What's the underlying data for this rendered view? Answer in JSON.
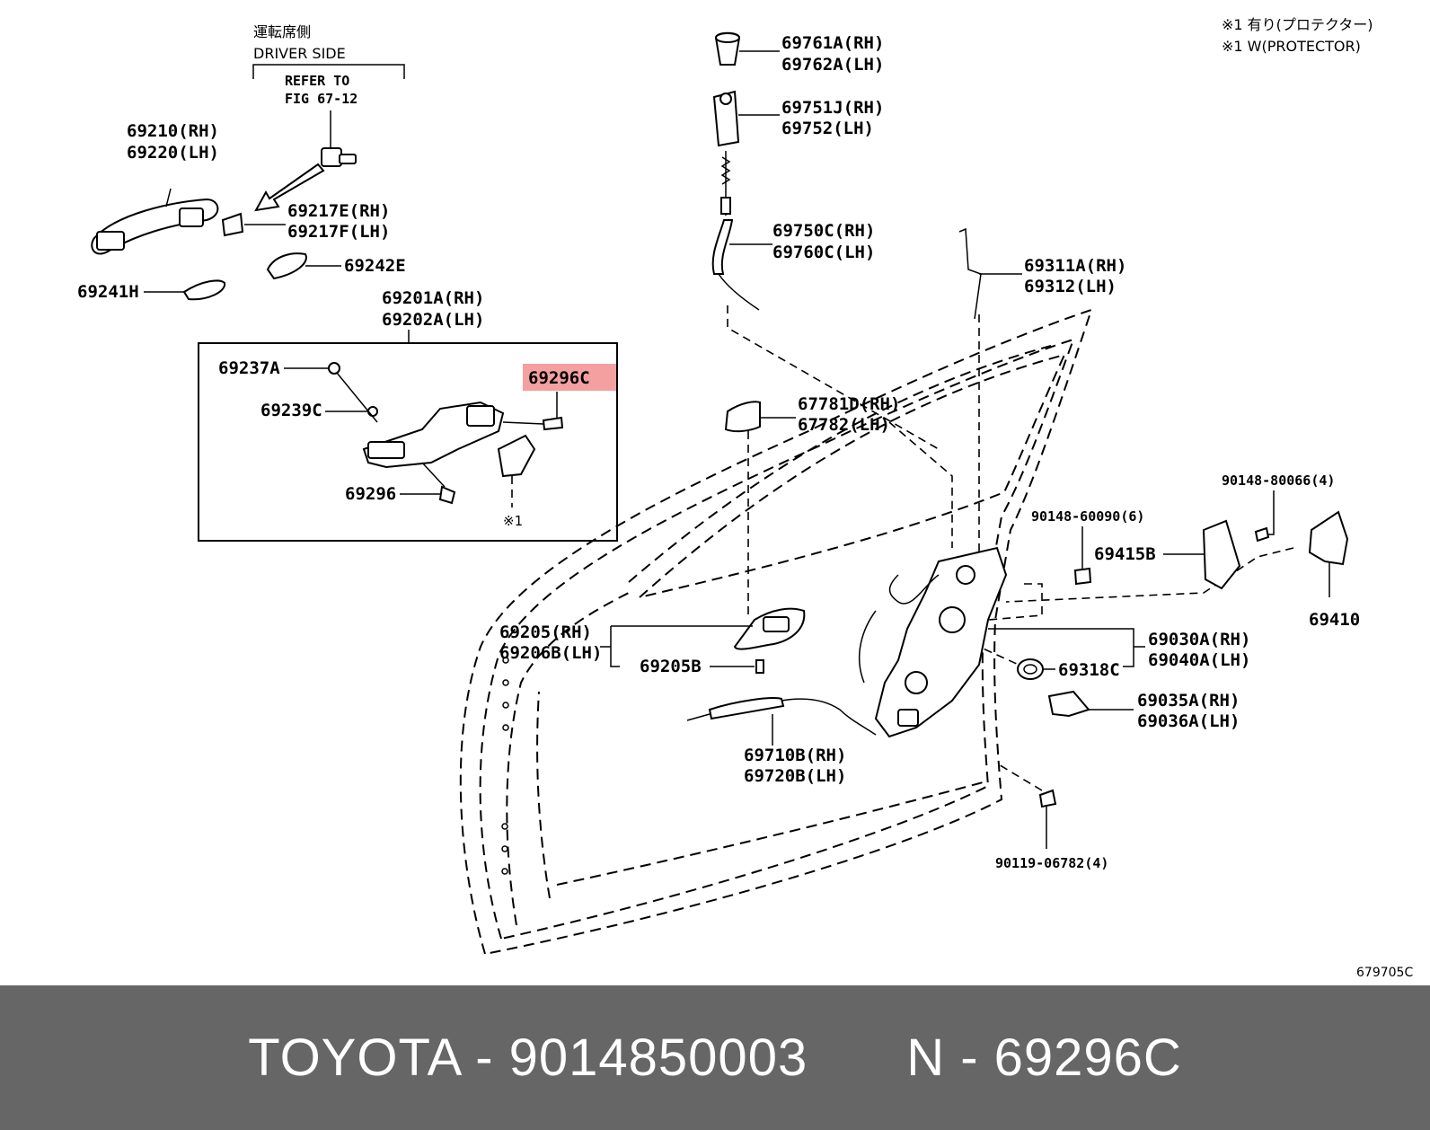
{
  "diagram": {
    "driver_side_jp": "運転席側",
    "driver_side": "DRIVER SIDE",
    "refer_line1": "REFER TO",
    "refer_line2": "FIG 67-12",
    "notes": [
      "※1 有り(プロテクター)",
      "※1 W(PROTECTOR)"
    ],
    "figure_id": "679705C",
    "highlight_color": "#f4a0a0",
    "labels": {
      "p69210": "69210(RH)",
      "p69220": "69220(LH)",
      "p69217E": "69217E(RH)",
      "p69217F": "69217F(LH)",
      "p69242E": "69242E",
      "p69241H": "69241H",
      "p69201A": "69201A(RH)",
      "p69202A": "69202A(LH)",
      "p69237A": "69237A",
      "p69296C": "69296C",
      "p69239C": "69239C",
      "p69296": "69296",
      "note_mark": "※1",
      "p69761A": "69761A(RH)",
      "p69762A": "69762A(LH)",
      "p69751J": "69751J(RH)",
      "p69752": "69752(LH)",
      "p69750C": "69750C(RH)",
      "p69760C": "69760C(LH)",
      "p69311A": "69311A(RH)",
      "p69312": "69312(LH)",
      "p67781D": "67781D(RH)",
      "p67782": "67782(LH)",
      "p90148_80066": "90148-80066(4)",
      "p90148_60090": "90148-60090(6)",
      "p69415B": "69415B",
      "p69410": "69410",
      "p69205": "69205(RH)",
      "p69206B": "69206B(LH)",
      "p69205B": "69205B",
      "p69030A": "69030A(RH)",
      "p69040A": "69040A(LH)",
      "p69318C": "69318C",
      "p69035A": "69035A(RH)",
      "p69036A": "69036A(LH)",
      "p69710B": "69710B(RH)",
      "p69720B": "69720B(LH)",
      "p90119": "90119-06782(4)"
    }
  },
  "footer": {
    "brand_part": "TOYOTA - 9014850003",
    "ref": "N - 69296C"
  }
}
